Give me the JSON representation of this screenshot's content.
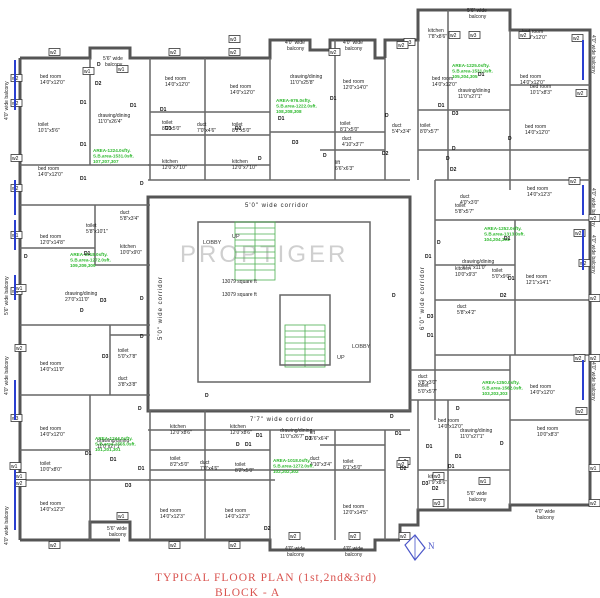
{
  "title": {
    "line1": "TYPICAL FLOOR PLAN (1st,2nd&3rd)",
    "line2": "BLOCK - A"
  },
  "north_label": "N",
  "watermark": "PROPTIGER",
  "corridors": {
    "top": "5'0\" wide corridor",
    "bottom": "7'7\" wide corridor",
    "left": "5'0\" wide corridor",
    "right": "6'0\" wide corridor"
  },
  "core": {
    "lobby_top": "LOBBY",
    "lobby_bottom": "LOBBY",
    "up_top": "UP",
    "up_bottom": "UP",
    "sqft_1": "13079 square ft",
    "sqft_2": "13079 square ft",
    "lift_1": "lift\n6'6\"x6'3\"",
    "lift_2": "lift\n6'6\"x6'4\""
  },
  "areas": {
    "a1": [
      "AREA-1224.0sfty.",
      "S.B.area-1531.0sft.",
      "107,207,307"
    ],
    "a2": [
      "AREA-976.0sfty.",
      "S.B.area-1222.0sft.",
      "108,208,308"
    ],
    "a3": [
      "AREA-1225.0sfty.",
      "S.B.area-1531.0sft.",
      "105,204,305"
    ],
    "a4": [
      "AREA-1252.0sfty.",
      "S.B.area-1313.0sft.",
      "104,204,304"
    ],
    "a5": [
      "AREA-1018.0sfty.",
      "S.B.area-1272.0sft.",
      "109,209,309"
    ],
    "a6": [
      "AREA-1244.0sfty.",
      "S.B.area-1555.0sft.",
      "101,201,301"
    ],
    "a7": [
      "AREA-1018.0sfty.",
      "S.B.area-1272.0sft.",
      "102,202,302"
    ],
    "a8": [
      "AREA-1250.0sfty.",
      "S.B.area-1562.0sft.",
      "103,203,303"
    ]
  },
  "rooms": [
    {
      "t1": "bed room",
      "t2": "14'0\"x12'0\""
    },
    {
      "t1": "bed room",
      "t2": "14'0\"x12'0\""
    },
    {
      "t1": "bed room",
      "t2": "14'0\"x12'0\""
    },
    {
      "t1": "drawing/dining",
      "t2": "11'0\"x25'8\""
    },
    {
      "t1": "bed room",
      "t2": "12'0\"x14'0\""
    },
    {
      "t1": "bed room",
      "t2": "14'0\"x12'0\""
    },
    {
      "t1": "bed room",
      "t2": "14'0\"x12'0\""
    },
    {
      "t1": "bed room",
      "t2": "10'1\"x8'3\""
    },
    {
      "t1": "bed room",
      "t2": "14'0\"x12'0\""
    },
    {
      "t1": "drawing/dining",
      "t2": "11'0\"x26'4\""
    },
    {
      "t1": "toilet",
      "t2": "10'1\"x5'6\""
    },
    {
      "t1": "bed room",
      "t2": "14'0\"x12'0\""
    },
    {
      "t1": "toilet",
      "t2": "8'2\"x5'0\""
    },
    {
      "t1": "duct",
      "t2": "7'0\"x4'6\""
    },
    {
      "t1": "toilet",
      "t2": "8'2\"x5'0\""
    },
    {
      "t1": "kitchen",
      "t2": "12'0\"x7'10\""
    },
    {
      "t1": "kitchen",
      "t2": "12'0\"x7'10\""
    },
    {
      "t1": "toilet",
      "t2": "8'1\"x5'0\""
    },
    {
      "t1": "lift",
      "t2": "6'6\"x6'3\""
    },
    {
      "t1": "duct",
      "t2": "4'10\"x3'7\""
    },
    {
      "t1": "duct",
      "t2": "5'4\"x3'4\""
    },
    {
      "t1": "toilet",
      "t2": "8'0\"x5'7\""
    },
    {
      "t1": "drawing/dining",
      "t2": "11'0\"x27'1\""
    },
    {
      "t1": "bed room",
      "t2": "14'0\"x12'0\""
    },
    {
      "t1": "kitchen",
      "t2": "7'8\"x8'6\""
    },
    {
      "t1": "bed room",
      "t2": "12'0\"x14'8\""
    },
    {
      "t1": "toilet",
      "t2": "5'8\"x10'1\""
    },
    {
      "t1": "duct",
      "t2": "5'8\"x3'4\""
    },
    {
      "t1": "kitchen",
      "t2": "10'0\"x9'0\""
    },
    {
      "t1": "drawing/dining",
      "t2": "27'0\"x11'0\""
    },
    {
      "t1": "bed room",
      "t2": "14'0\"x11'0\""
    },
    {
      "t1": "toilet",
      "t2": "5'0\"x7'8\""
    },
    {
      "t1": "duct",
      "t2": "3'8\"x3'8\""
    },
    {
      "t1": "duct",
      "t2": "4'0\"x3'0\""
    },
    {
      "t1": "toilet",
      "t2": "5'8\"x5'7\""
    },
    {
      "t1": "bed room",
      "t2": "14'0\"x12'3\""
    },
    {
      "t1": "drawing/dining",
      "t2": "27'1\"x11'0\""
    },
    {
      "t1": "kitchen",
      "t2": "10'0\"x9'3\""
    },
    {
      "t1": "toilet",
      "t2": "5'0\"x9'0\""
    },
    {
      "t1": "bed room",
      "t2": "12'1\"x14'1\""
    },
    {
      "t1": "duct",
      "t2": "5'8\"x4'2\""
    },
    {
      "t1": "toilet",
      "t2": "5'0\"x5'7\""
    },
    {
      "t1": "duct",
      "t2": "3'8\"x3'0\""
    },
    {
      "t1": "bed room",
      "t2": "14'0\"x12'0\""
    },
    {
      "t1": "bed room",
      "t2": "10'0\"x8'3\""
    },
    {
      "t1": "bed room",
      "t2": "14'0\"x12'0\""
    },
    {
      "t1": "drawing/dining",
      "t2": "11'0\"x27'1\""
    },
    {
      "t1": "kitchen",
      "t2": "7'9\"x8'6\""
    },
    {
      "t1": "toilet",
      "t2": "8'1\"x5'0\""
    },
    {
      "t1": "duct",
      "t2": "4'10\"x3'4\""
    },
    {
      "t1": "lift",
      "t2": "6'6\"x6'4\""
    },
    {
      "t1": "drawing/dining",
      "t2": "11'0\"x26'7\""
    },
    {
      "t1": "bed room",
      "t2": "12'0\"x14'5\""
    },
    {
      "t1": "kitchen",
      "t2": "12'0\"x8'6\""
    },
    {
      "t1": "kitchen",
      "t2": "12'0\"x8'6\""
    },
    {
      "t1": "toilet",
      "t2": "8'2\"x5'0\""
    },
    {
      "t1": "duct",
      "t2": "7'0\"x4'6\""
    },
    {
      "t1": "toilet",
      "t2": "8'2\"x5'0\""
    },
    {
      "t1": "bed room",
      "t2": "14'0\"x12'3\""
    },
    {
      "t1": "bed room",
      "t2": "14'0\"x12'3\""
    },
    {
      "t1": "drawing/dining",
      "t2": "11'0\"x27'1\""
    },
    {
      "t1": "bed room",
      "t2": "14'0\"x12'0\""
    },
    {
      "t1": "toilet",
      "t2": "10'0\"x8'0\""
    },
    {
      "t1": "bed room",
      "t2": "14'0\"x12'3\""
    }
  ],
  "balconies": [
    {
      "t1": "4'0\" wide",
      "t2": "balcony"
    },
    {
      "t1": "4'0\" wide",
      "t2": "balcony"
    },
    {
      "t1": "5'6\" wide",
      "t2": "balcony"
    },
    {
      "t1": "5'6\" wide",
      "t2": "balcony"
    },
    {
      "t1": "5'6\" wide",
      "t2": "balcony"
    },
    {
      "t1": "4'0\" wide",
      "t2": "balcony"
    },
    {
      "t1": "4'0\" wide",
      "t2": "balcony"
    },
    {
      "t1": "5'6\" wide",
      "t2": "balcony"
    },
    {
      "t1": "4'0\" wide",
      "t2": "balcony"
    }
  ],
  "side_balconies": [
    "4'0\" wide balcony",
    "5'6\" wide balcony",
    "4'0\" wide balcony",
    "4'0\" wide balcony",
    "4'0\" wide balcony",
    "4'0\" wide balcony",
    "4'0\" wide balcony",
    "4'0\" wide balcony"
  ],
  "windows": [
    "w2",
    "w2",
    "w2",
    "w2",
    "w3",
    "w2",
    "w2",
    "w3",
    "w2",
    "w2",
    "w2",
    "w2",
    "w2",
    "w2",
    "w2",
    "w1",
    "w1",
    "w2",
    "w2",
    "w1",
    "w3",
    "w3",
    "w2",
    "w2",
    "w1",
    "w1",
    "w2",
    "w2",
    "w2",
    "w2",
    "w2",
    "w2",
    "w1",
    "w1",
    "w1",
    "w1",
    "w2",
    "w3",
    "w3",
    "w2",
    "w1",
    "w2",
    "w2",
    "w2",
    "w2",
    "w2",
    "w2",
    "w2"
  ],
  "doors": [
    "D",
    "D1",
    "D1",
    "D1",
    "D2",
    "D3",
    "D3",
    "D",
    "D",
    "D1",
    "D1",
    "D",
    "D2",
    "D3",
    "D",
    "D3",
    "D1",
    "D1",
    "D",
    "D",
    "D",
    "D2",
    "D",
    "D1",
    "D1",
    "D2",
    "D1",
    "D3",
    "D1",
    "D",
    "D1",
    "D3",
    "D3",
    "D",
    "D",
    "D1",
    "D1",
    "D",
    "D",
    "D1",
    "D1",
    "D3",
    "D1",
    "D",
    "D",
    "D1",
    "D1",
    "D2",
    "D",
    "D3",
    "D",
    "D1",
    "D2",
    "D1",
    "D1",
    "D3",
    "D",
    "D1",
    "D",
    "D2"
  ]
}
